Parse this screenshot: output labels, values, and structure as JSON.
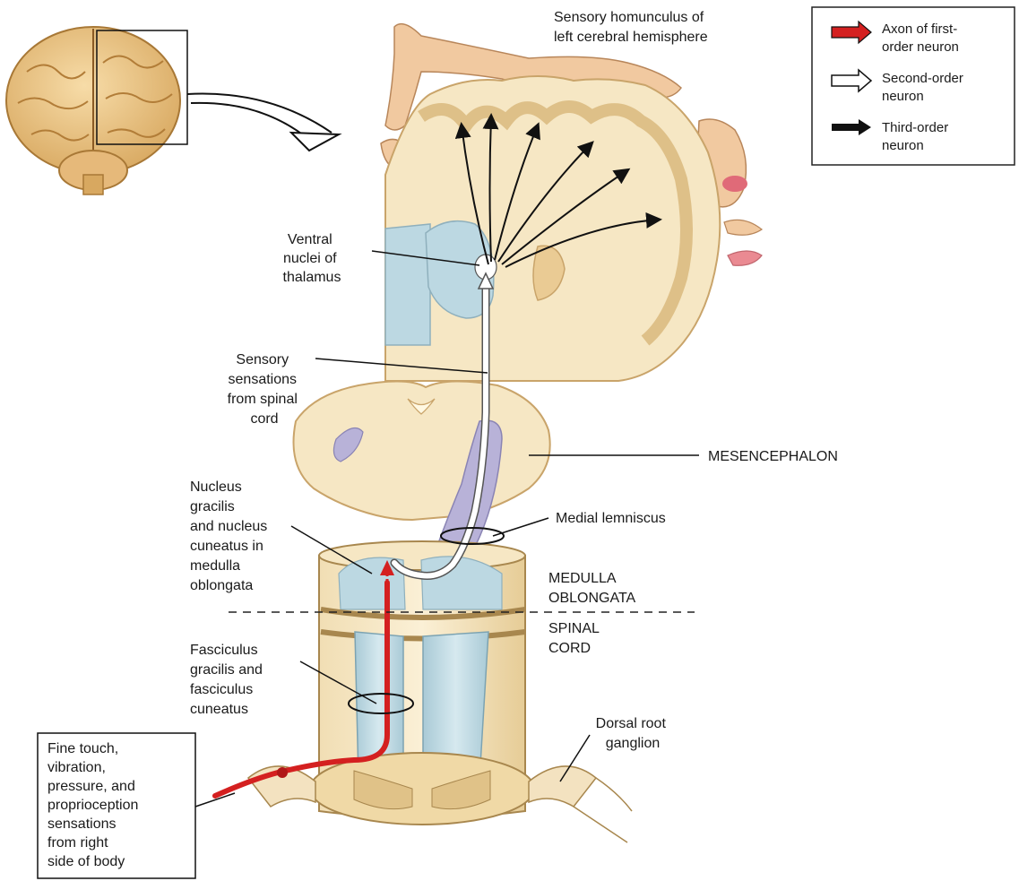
{
  "labels": {
    "homunculus": [
      "Sensory homunculus of",
      "left cerebral hemisphere"
    ],
    "thalamus": [
      "Ventral",
      "nuclei of",
      "thalamus"
    ],
    "sensations": [
      "Sensory",
      "sensations",
      "from spinal",
      "cord"
    ],
    "mesencephalon": "MESENCEPHALON",
    "nucleus": [
      "Nucleus",
      "gracilis",
      "and nucleus",
      "cuneatus in",
      "medulla",
      "oblongata"
    ],
    "medial_lemniscus": "Medial lemniscus",
    "medulla_oblongata": [
      "MEDULLA",
      "OBLONGATA"
    ],
    "spinal_cord": [
      "SPINAL",
      "CORD"
    ],
    "fasciculus": [
      "Fasciculus",
      "gracilis and",
      "fasciculus",
      "cuneatus"
    ],
    "dorsal_root": [
      "Dorsal root",
      "ganglion"
    ],
    "fine_touch": [
      "Fine touch,",
      "vibration,",
      "pressure, and",
      "proprioception",
      "sensations",
      "from right",
      "side of body"
    ]
  },
  "legend": {
    "items": [
      {
        "lines": [
          "Axon of first-",
          "order neuron"
        ],
        "arrow": "red-filled-arrow",
        "color": "#d42020"
      },
      {
        "lines": [
          "Second-order",
          "neuron"
        ],
        "arrow": "white-outline-arrow",
        "color": "#ffffff"
      },
      {
        "lines": [
          "Third-order",
          "neuron"
        ],
        "arrow": "black-filled-arrow",
        "color": "#111111"
      }
    ]
  },
  "colors": {
    "tissue": "#f3e2c0",
    "tissue_dark": "#e4c98e",
    "nucleus_blue": "#bcd8e2",
    "lemniscus_purple": "#b8b2d8",
    "first_order": "#d42020",
    "homunculus_skin": "#f1c9a0"
  }
}
